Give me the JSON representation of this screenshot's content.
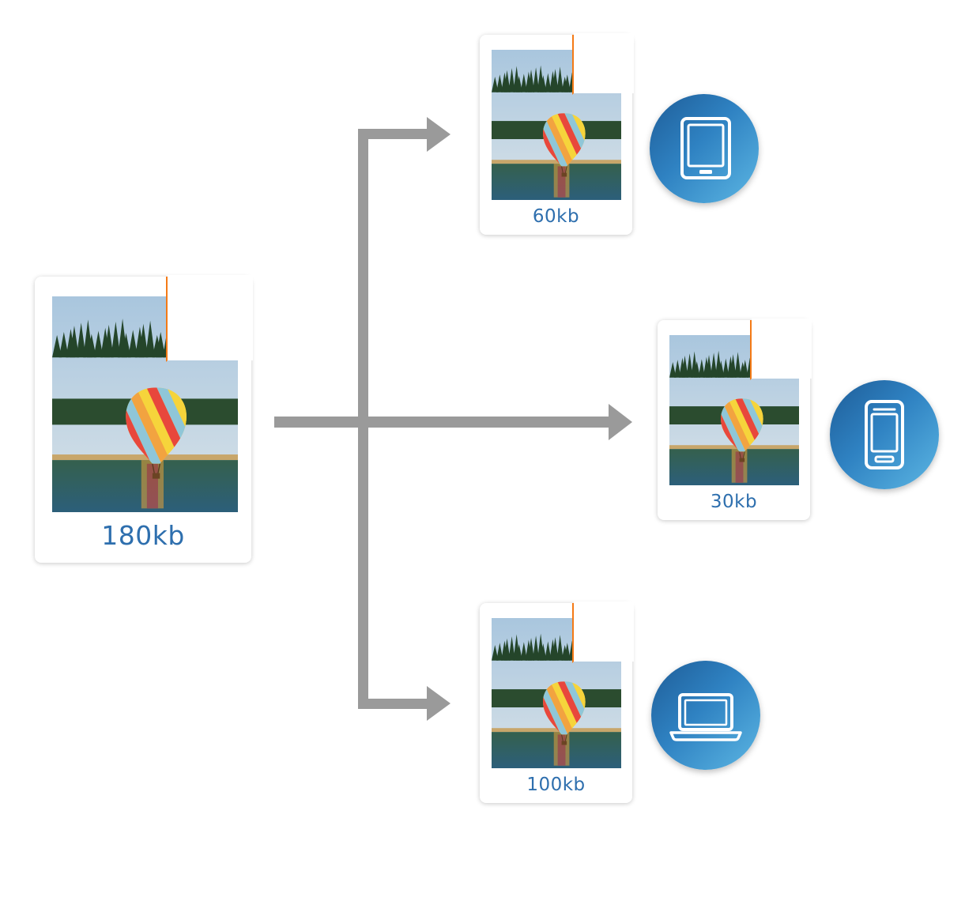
{
  "source_file": {
    "size_label": "180kb"
  },
  "outputs": [
    {
      "size_label": "60kb",
      "device": "tablet-icon"
    },
    {
      "size_label": "30kb",
      "device": "smartphone-icon"
    },
    {
      "size_label": "100kb",
      "device": "laptop-icon"
    }
  ],
  "colors": {
    "connector": "#9a9a9a",
    "fold_accent": "#f47a16",
    "size_text": "#2e6fae",
    "badge_dark": "#1e5d98",
    "badge_light": "#5cb6e3"
  }
}
